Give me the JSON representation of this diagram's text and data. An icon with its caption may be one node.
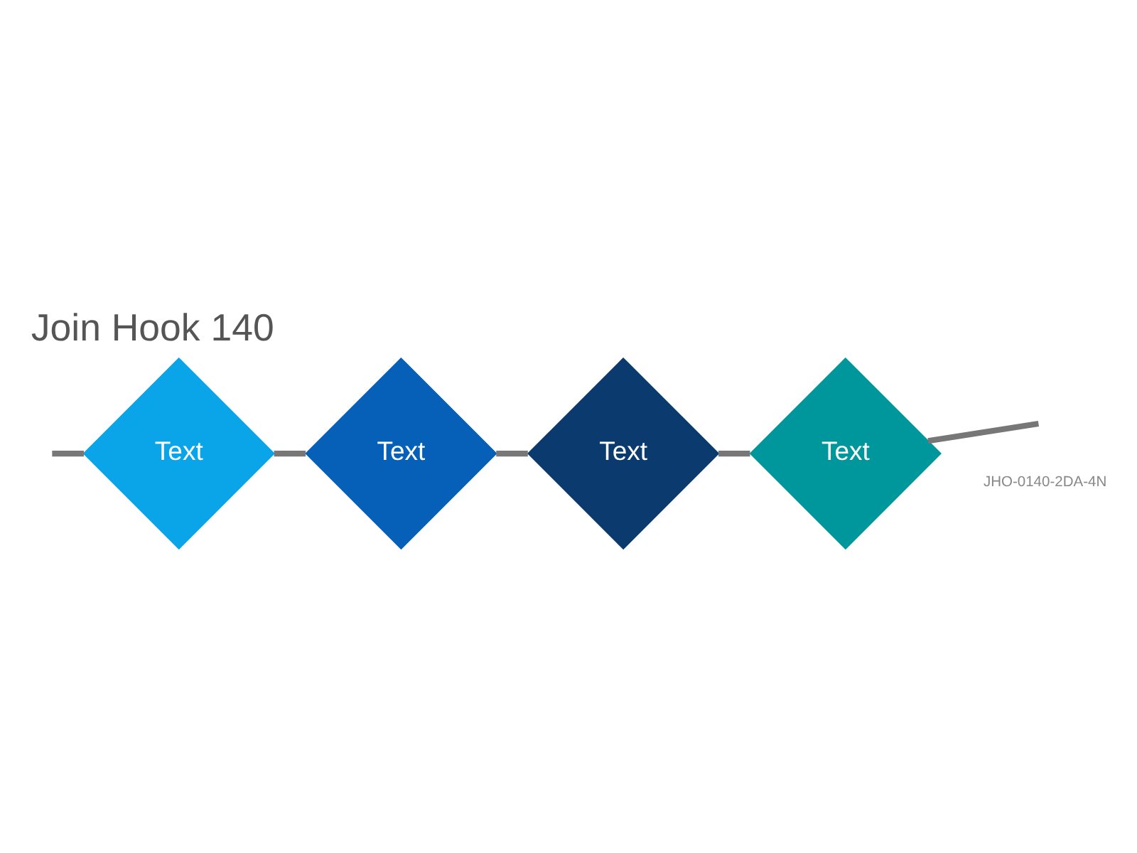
{
  "diagram": {
    "title": "Join Hook 140",
    "nodes": [
      {
        "text": [
          "Text"
        ]
      },
      {
        "text": [
          "Text"
        ]
      },
      {
        "text": [
          "Text"
        ]
      },
      {
        "text": [
          "Text"
        ]
      }
    ],
    "edges": [
      {
        "from": null,
        "to": 0,
        "arrow": "none"
      },
      {
        "from": 0,
        "to": 1,
        "arrow": "none"
      },
      {
        "from": 1,
        "to": 2,
        "arrow": "none"
      },
      {
        "from": 2,
        "to": 3,
        "arrow": "none"
      },
      {
        "from": 3,
        "to": null,
        "arrow": "none"
      }
    ],
    "labels": [
      "JHO-0140-2DA-4N"
    ]
  }
}
